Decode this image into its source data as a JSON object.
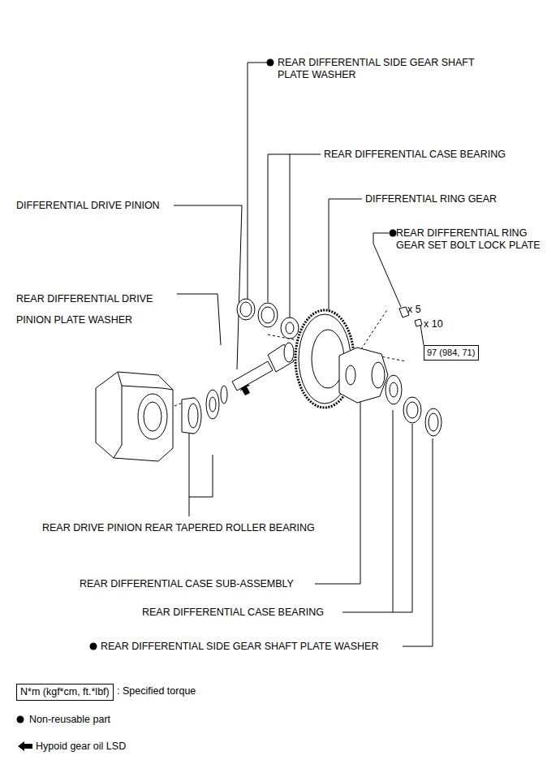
{
  "diagram": {
    "nodes": [
      {
        "text": [
          "97 (984, 71)"
        ]
      },
      {
        "text": [
          "N*m (kgf*cm, ft.*lbf)"
        ]
      }
    ],
    "labels": [
      "REAR DIFFERENTIAL SIDE GEAR SHAFT PLATE WASHER",
      "REAR DIFFERENTIAL CASE BEARING",
      "DIFFERENTIAL RING GEAR",
      "REAR DIFFERENTIAL RING GEAR SET BOLT LOCK PLATE",
      "x 5",
      "x 10",
      "DIFFERENTIAL DRIVE PINION",
      "REAR DIFFERENTIAL DRIVE PINION PLATE WASHER",
      "REAR DRIVE PINION REAR TAPERED ROLLER BEARING",
      "REAR DIFFERENTIAL CASE SUB-ASSEMBLY",
      "REAR DIFFERENTIAL CASE BEARING",
      "REAR DIFFERENTIAL SIDE GEAR SHAFT PLATE WASHER"
    ],
    "legend": [
      {
        "text": ": Specified torque"
      },
      {
        "text": "Non-reusable part"
      },
      {
        "text": "Hypoid gear oil LSD"
      }
    ]
  }
}
